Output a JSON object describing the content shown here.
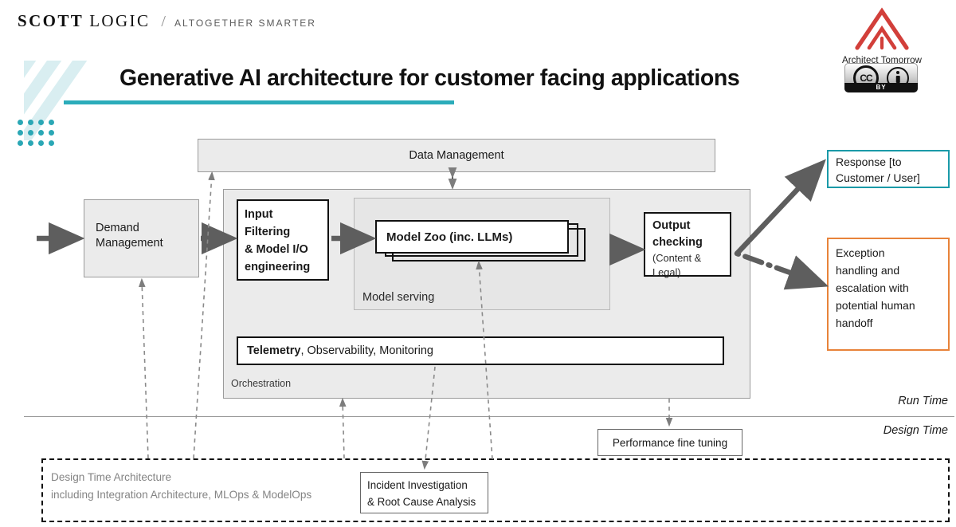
{
  "brand": {
    "name_bold": "SCOTT",
    "name_light": "LOGIC",
    "separator": "/",
    "tagline": "ALTOGETHER SMARTER"
  },
  "logo": {
    "architect_tomorrow_label": "Architect Tomorrow",
    "architect_tomorrow_color": "#d23f3a",
    "cc_mark": "CC",
    "cc_by": "BY"
  },
  "title": {
    "text": "Generative AI architecture for customer facing applications",
    "rule_color": "#2bacba",
    "stripe_color": "#d9eef1",
    "dot_color": "#2aa7b5"
  },
  "diagram": {
    "data_management": "Data Management",
    "demand_management": "Demand\nManagement",
    "input_filtering": "Input\nFiltering\n& Model I/O\nengineering",
    "model_zoo": "Model Zoo (inc. LLMs)",
    "model_serving": "Model serving",
    "output_checking_bold": "Output\nchecking",
    "output_checking_sub": "(Content &\nLegal)",
    "telemetry_bold": "Telemetry",
    "telemetry_rest": ", Observability, Monitoring",
    "orchestration": "Orchestration",
    "response": "Response [to\nCustomer / User]",
    "response_border": "#1a9aa8",
    "exception": "Exception\nhandling and\nescalation with\npotential human\nhandoff",
    "exception_border": "#e8833a",
    "performance_tuning": "Performance fine tuning",
    "incident_investigation": "Incident Investigation\n& Root Cause Analysis",
    "run_time": "Run Time",
    "design_time": "Design Time",
    "design_time_architecture_line1": "Design Time Architecture",
    "design_time_architecture_line2": "including Integration Architecture, MLOps & ModelOps"
  }
}
